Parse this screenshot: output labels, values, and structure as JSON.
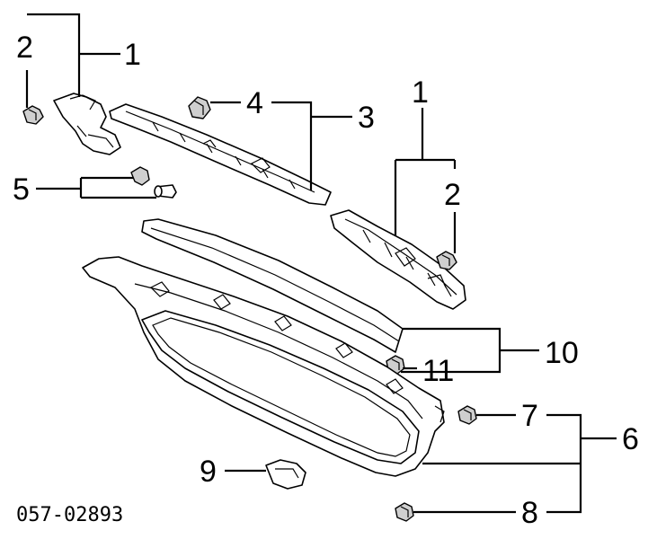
{
  "diagram": {
    "callouts": {
      "c1_left": "1",
      "c2_left": "2",
      "c3": "3",
      "c4": "4",
      "c5": "5",
      "c1_right": "1",
      "c2_right": "2",
      "c10": "10",
      "c11": "11",
      "c7": "7",
      "c6": "6",
      "c8": "8",
      "c9": "9"
    },
    "diagram_code": "057-02893"
  }
}
